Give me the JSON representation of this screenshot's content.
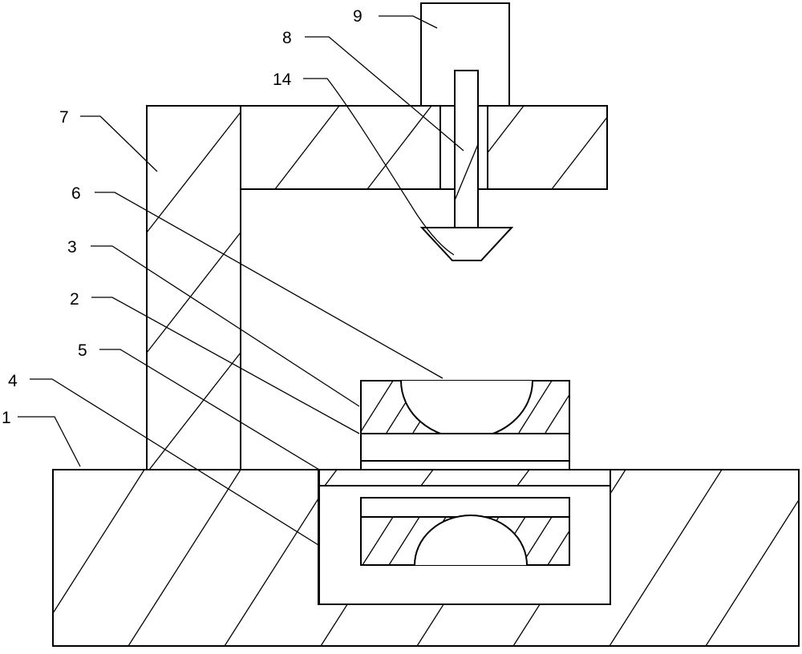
{
  "labels": {
    "l1": "1",
    "l2": "2",
    "l3": "3",
    "l4": "4",
    "l5": "5",
    "l6": "6",
    "l7": "7",
    "l8": "8",
    "l9": "9",
    "l14": "14"
  },
  "colors": {
    "line": "#000000",
    "background": "#ffffff"
  }
}
